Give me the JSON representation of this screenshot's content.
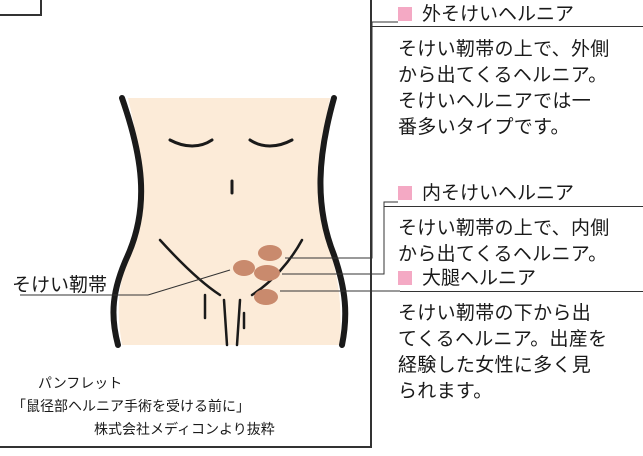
{
  "section_external": {
    "title": "外そけいヘルニア",
    "description": "そけい靭帯の上で、外側\nから出てくるヘルニア。\nそけいヘルニアでは一\n番多いタイプです。"
  },
  "section_internal": {
    "title": "内そけいヘルニア",
    "description": "そけい靭帯の上で、内側\nから出てくるヘルニア。"
  },
  "section_femoral": {
    "title": "大腿ヘルニア",
    "description": "そけい靭帯の下から出\nてくるヘルニア。出産を\n経験した女性に多く見\nられます。"
  },
  "ligament_label": "そけい靭帯",
  "caption": {
    "line1": "パンフレット",
    "line2": "「鼠径部ヘルニア手術を受ける前に」",
    "line3": "株式会社メディコンより抜粋"
  },
  "colors": {
    "marker": "#f4a9c4",
    "skin": "#fcebd8",
    "hernia": "#c98a6d",
    "line": "#333333"
  }
}
